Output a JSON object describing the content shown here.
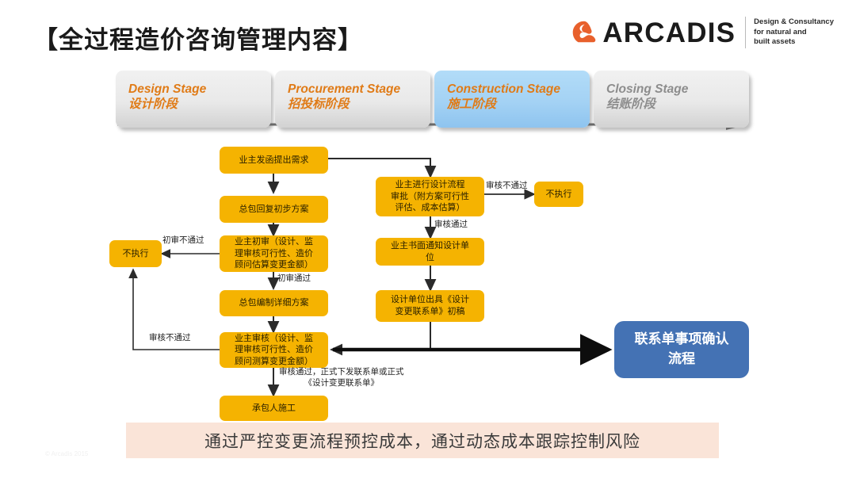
{
  "slide": {
    "title": "【全过程造价咨询管理内容】",
    "copyright": "© Arcadis 2015"
  },
  "brand": {
    "wordmark": "ARCADIS",
    "tagline_line1": "Design & Consultancy",
    "tagline_line2": "for natural and",
    "tagline_line3": "built assets",
    "mark_color": "#E8602C",
    "wordmark_color": "#1b1b1b"
  },
  "stages": [
    {
      "en": "Design Stage",
      "zh": "设计阶段",
      "active": false,
      "accent": "orange"
    },
    {
      "en": "Procurement Stage",
      "zh": "招投标阶段",
      "active": false,
      "accent": "orange"
    },
    {
      "en": "Construction Stage",
      "zh": "施工阶段",
      "active": true,
      "accent": "orange"
    },
    {
      "en": "Closing Stage",
      "zh": "结账阶段",
      "active": false,
      "accent": "grey"
    }
  ],
  "flow": {
    "nodes": [
      {
        "id": "owner-request",
        "label": "业主发函提出需求"
      },
      {
        "id": "gc-initial-plan",
        "label": "总包回复初步方案"
      },
      {
        "id": "owner-first-review",
        "label": "业主初审（设计、监\n理审核可行性、造价\n顾问估算变更金额）"
      },
      {
        "id": "no-exec-left",
        "label": "不执行"
      },
      {
        "id": "gc-detail-plan",
        "label": "总包编制详细方案"
      },
      {
        "id": "owner-final-review",
        "label": "业主审核（设计、监\n理审核可行性、造价\n顾问测算变更金额）"
      },
      {
        "id": "contractor-build",
        "label": "承包人施工"
      },
      {
        "id": "owner-design-approval",
        "label": "业主进行设计流程\n审批（附方案可行性\n评估、成本估算）"
      },
      {
        "id": "no-exec-right",
        "label": "不执行"
      },
      {
        "id": "owner-notify-designer",
        "label": "业主书面通知设计单\n位"
      },
      {
        "id": "designer-draft",
        "label": "设计单位出具《设计\n变更联系单》初稿"
      },
      {
        "id": "confirm-process",
        "label": "联系单事项确认\n流程"
      }
    ],
    "edge_labels": [
      {
        "id": "first-review-fail",
        "text": "初审不通过"
      },
      {
        "id": "first-review-pass",
        "text": "初审通过"
      },
      {
        "id": "final-review-fail",
        "text": "审核不通过"
      },
      {
        "id": "final-review-pass",
        "text": "审核通过，正式下发联系单或正式\n《设计变更联系单》"
      },
      {
        "id": "approval-fail",
        "text": "审核不通过"
      },
      {
        "id": "approval-pass",
        "text": "审核通过"
      }
    ],
    "colors": {
      "node_yellow": "#F5B301",
      "node_blue": "#4472B4",
      "connector": "#2b2b2b"
    }
  },
  "footer": {
    "text": "通过严控变更流程预控成本，通过动态成本跟踪控制风险",
    "background": "#FAE4D8"
  }
}
